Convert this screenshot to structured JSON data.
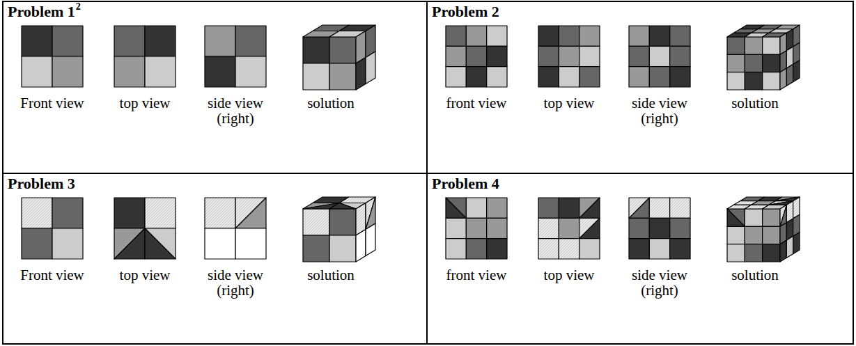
{
  "diagram": {
    "nodes": [
      {
        "text": [
          "Problem 1",
          "2",
          "Front view",
          "top view",
          "side view (right)",
          "solution"
        ]
      },
      {
        "text": [
          "Problem 2",
          "front view",
          "top view",
          "side view (right)",
          "solution"
        ]
      },
      {
        "text": [
          "Problem 3",
          "Front view",
          "top view",
          "side view (right)",
          "solution"
        ]
      },
      {
        "text": [
          "Problem 4",
          "front view",
          "top view",
          "side view (right)",
          "solution"
        ]
      }
    ]
  }
}
